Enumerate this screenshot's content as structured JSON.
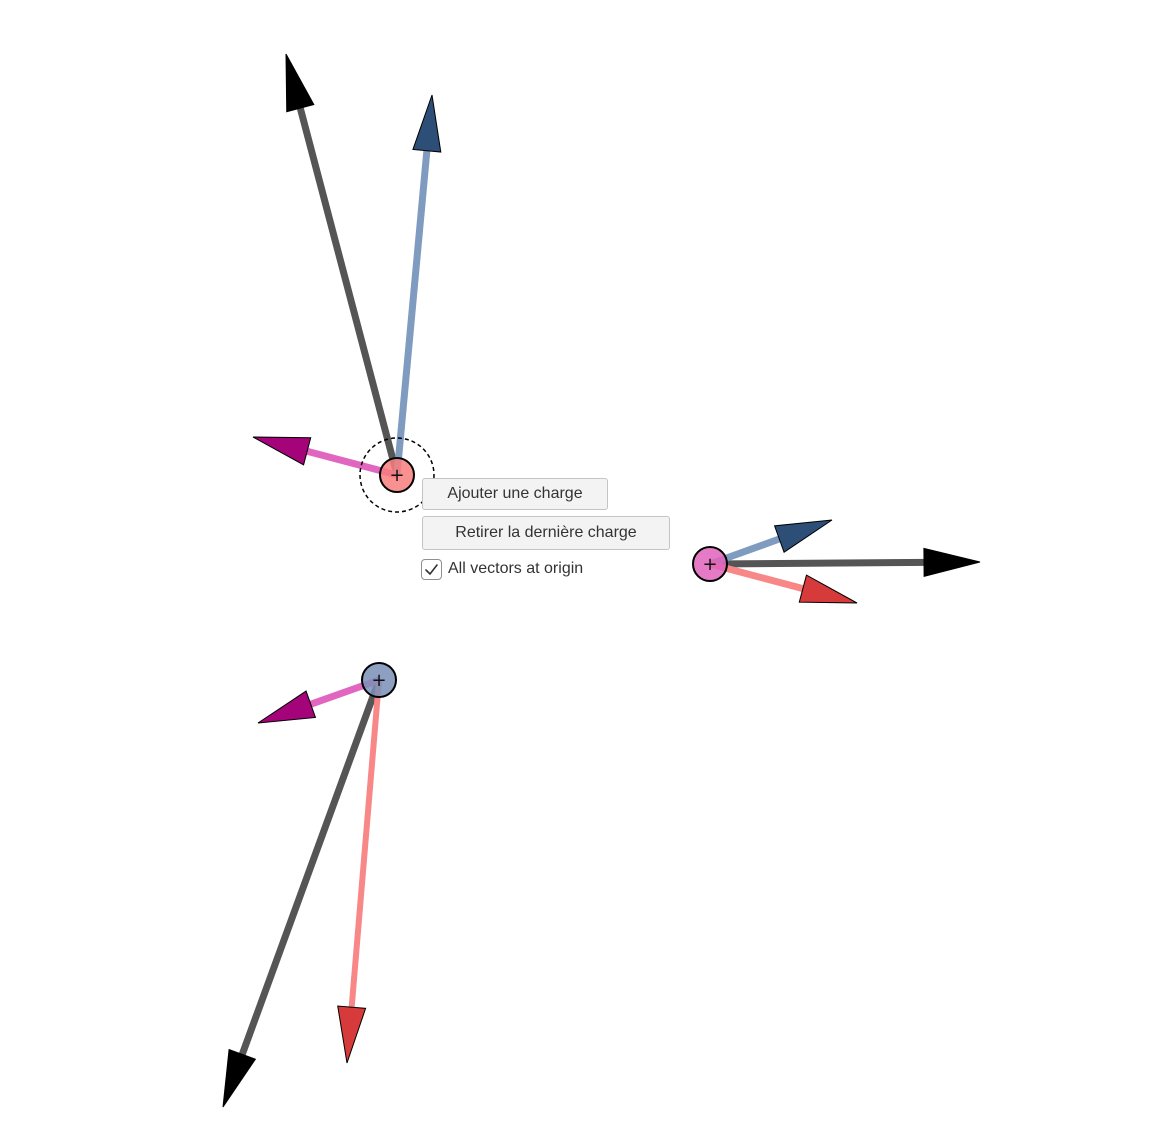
{
  "controls": {
    "add_charge_label": "Ajouter une charge",
    "remove_last_charge_label": "Retirer la dernière charge",
    "all_vectors_at_origin_label": "All vectors at origin",
    "all_vectors_at_origin_checked": true
  },
  "charges": [
    {
      "id": "charge-red",
      "sign": "+",
      "fill_color": "#f87e7e",
      "selected": true,
      "vectors": [
        {
          "kind": "net-force",
          "shaft_color": "#555555",
          "head_color": "#000000"
        },
        {
          "kind": "force-from-blue",
          "shaft_color": "#7f9bbf",
          "head_color": "#2d4f77"
        },
        {
          "kind": "force-from-magenta",
          "shaft_color": "#e066bf",
          "head_color": "#a5037a"
        }
      ]
    },
    {
      "id": "charge-magenta",
      "sign": "+",
      "fill_color": "#e064bc",
      "selected": false,
      "vectors": [
        {
          "kind": "net-force",
          "shaft_color": "#555555",
          "head_color": "#000000"
        },
        {
          "kind": "force-from-blue",
          "shaft_color": "#7f9bbf",
          "head_color": "#2d4f77"
        },
        {
          "kind": "force-from-red",
          "shaft_color": "#f88787",
          "head_color": "#d63a3a"
        }
      ]
    },
    {
      "id": "charge-blue",
      "sign": "+",
      "fill_color": "#7a8fb7",
      "selected": false,
      "vectors": [
        {
          "kind": "net-force",
          "shaft_color": "#555555",
          "head_color": "#000000"
        },
        {
          "kind": "force-from-magenta",
          "shaft_color": "#e066bf",
          "head_color": "#a5037a"
        },
        {
          "kind": "force-from-red",
          "shaft_color": "#f88787",
          "head_color": "#d63a3a"
        }
      ]
    }
  ]
}
